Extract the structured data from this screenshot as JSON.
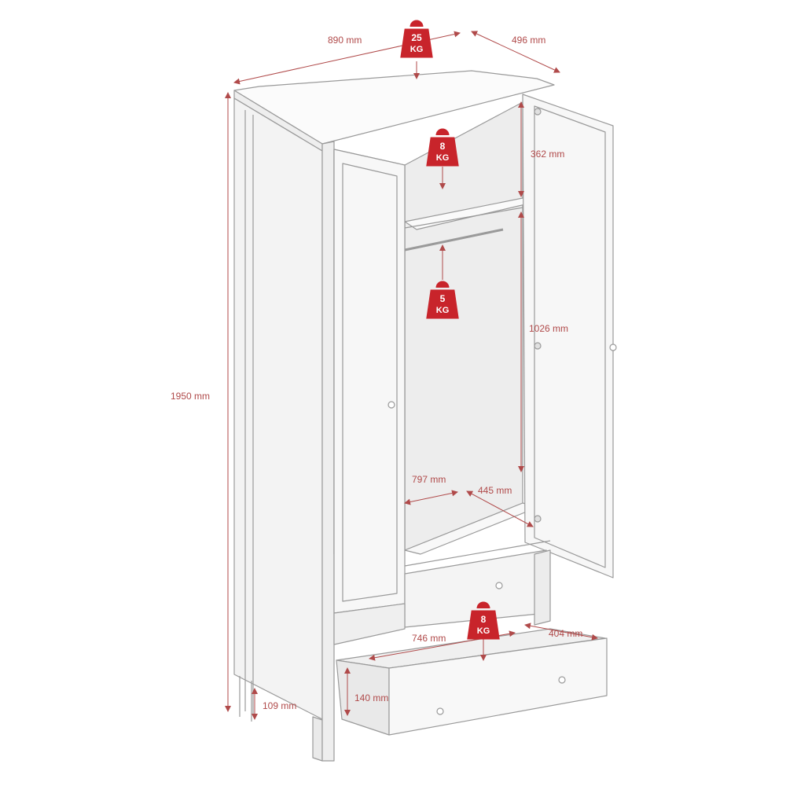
{
  "dimensions": {
    "width": "890 mm",
    "depth": "496 mm",
    "height": "1950 mm",
    "top_shelf_height": "362 mm",
    "hanging_height": "1026 mm",
    "inner_width": "797 mm",
    "inner_depth": "445 mm",
    "drawer_width": "746 mm",
    "drawer_depth": "404 mm",
    "drawer_height": "140 mm",
    "leg_height": "109 mm"
  },
  "weights": {
    "top": {
      "value": "25",
      "unit": "KG"
    },
    "shelf": {
      "value": "8",
      "unit": "KG"
    },
    "rail": {
      "value": "5",
      "unit": "KG"
    },
    "drawer": {
      "value": "8",
      "unit": "KG"
    }
  },
  "colors": {
    "dimension": "#b04a4a",
    "weight_badge": "#c8242b",
    "outline": "#9a9a9a",
    "panel": "#f6f6f6"
  }
}
